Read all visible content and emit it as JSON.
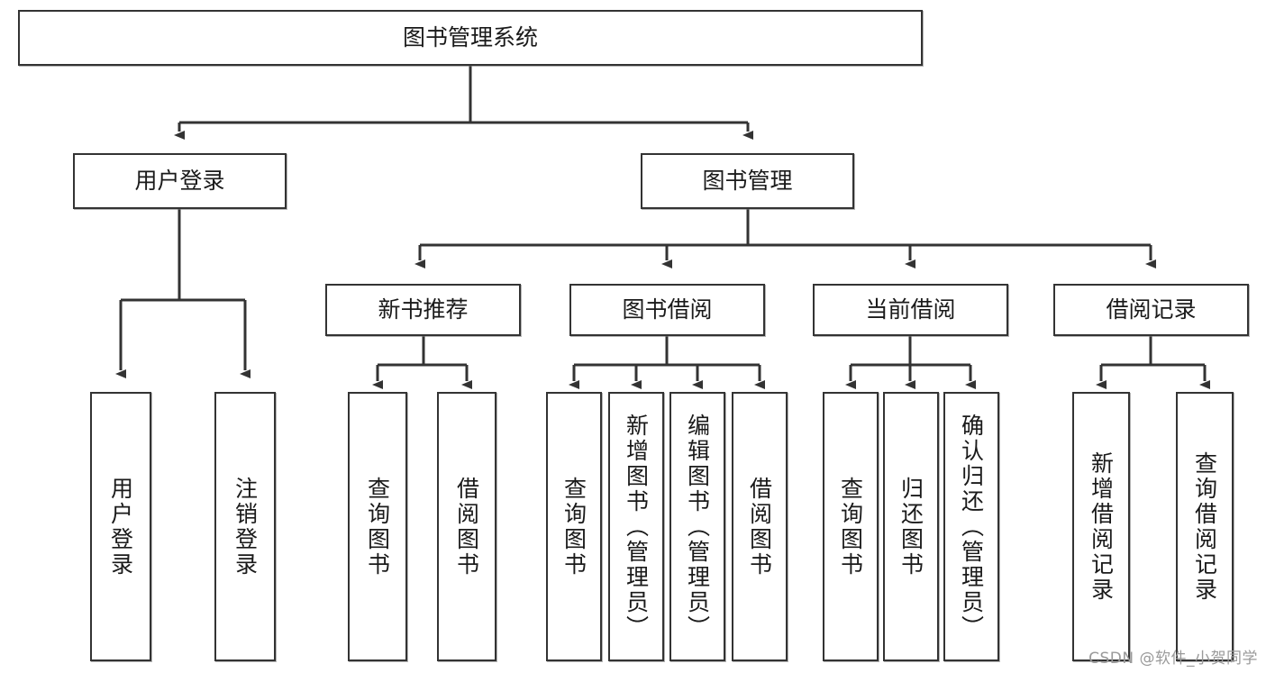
{
  "diagram": {
    "type": "tree-hierarchy-chart",
    "title": "图书管理系统",
    "watermark": "CSDN @软件_小贺同学",
    "colors": {
      "box_border": "#333333",
      "box_fill": "#ffffff",
      "connector": "#333333",
      "text": "#1a1a1a",
      "watermark": "#9a9a9a"
    },
    "levels": {
      "level0": [
        {
          "id": "root",
          "label": "图书管理系统",
          "orientation": "horizontal"
        }
      ],
      "level1": [
        {
          "id": "user-login",
          "label": "用户登录",
          "orientation": "horizontal"
        },
        {
          "id": "book-manage",
          "label": "图书管理",
          "orientation": "horizontal"
        }
      ],
      "level2": [
        {
          "id": "new-book-rec",
          "label": "新书推荐",
          "orientation": "horizontal"
        },
        {
          "id": "book-borrow",
          "label": "图书借阅",
          "orientation": "horizontal"
        },
        {
          "id": "current-borrow",
          "label": "当前借阅",
          "orientation": "horizontal"
        },
        {
          "id": "borrow-record",
          "label": "借阅记录",
          "orientation": "horizontal"
        }
      ],
      "level3": [
        {
          "id": "leaf-user-login",
          "label": "用户登录",
          "orientation": "vertical",
          "parent": "user-login"
        },
        {
          "id": "leaf-logout",
          "label": "注销登录",
          "orientation": "vertical",
          "parent": "user-login"
        },
        {
          "id": "leaf-query-book-1",
          "label": "查询图书",
          "orientation": "vertical",
          "parent": "new-book-rec"
        },
        {
          "id": "leaf-borrow-book-1",
          "label": "借阅图书",
          "orientation": "vertical",
          "parent": "new-book-rec"
        },
        {
          "id": "leaf-query-book-2",
          "label": "查询图书",
          "orientation": "vertical",
          "parent": "book-borrow"
        },
        {
          "id": "leaf-add-book",
          "label": "新增图书（管理员）",
          "orientation": "vertical",
          "parent": "book-borrow"
        },
        {
          "id": "leaf-edit-book",
          "label": "编辑图书（管理员）",
          "orientation": "vertical",
          "parent": "book-borrow"
        },
        {
          "id": "leaf-borrow-book-2",
          "label": "借阅图书",
          "orientation": "vertical",
          "parent": "book-borrow"
        },
        {
          "id": "leaf-query-book-3",
          "label": "查询图书",
          "orientation": "vertical",
          "parent": "current-borrow"
        },
        {
          "id": "leaf-return-book",
          "label": "归还图书",
          "orientation": "vertical",
          "parent": "current-borrow"
        },
        {
          "id": "leaf-confirm-return",
          "label": "确认归还（管理员）",
          "orientation": "vertical",
          "parent": "current-borrow"
        },
        {
          "id": "leaf-add-record",
          "label": "新增借阅记录",
          "orientation": "vertical",
          "parent": "borrow-record"
        },
        {
          "id": "leaf-query-record",
          "label": "查询借阅记录",
          "orientation": "vertical",
          "parent": "borrow-record"
        }
      ]
    }
  }
}
